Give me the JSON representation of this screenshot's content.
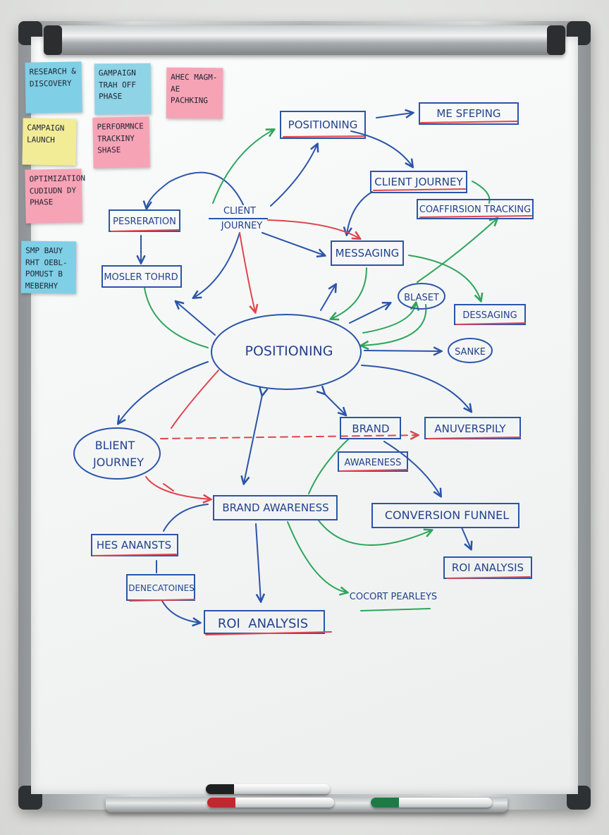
{
  "sticky_notes": [
    {
      "text": "RESEARCH &\nDISCOVERY",
      "color": "#7fcfe6"
    },
    {
      "text": "CAMPAIGN\nLAUNCH",
      "color": "#f2ec96"
    },
    {
      "text": "OPTIMIZATION\nCUDIUDN DY\nPHASE",
      "color": "#f7a3b6"
    },
    {
      "text": "SMP BAUY\nRHT OEBL-\nPOMUST B\nMEBERHY",
      "color": "#7fcfe6"
    },
    {
      "text": "GAMPAIGN\nTRAH OFF\nPHASE",
      "color": "#8fd3e6"
    },
    {
      "text": "PERFORMNCE\nTRACKINY\nSHASE",
      "color": "#f7a3b6"
    },
    {
      "text": "AHEC MAGM-\nAE PACHKING",
      "color": "#f7a3b6"
    }
  ],
  "colors": {
    "blue": "#2b55a8",
    "green": "#2ea55b",
    "red": "#e0454f"
  },
  "nodes": {
    "positioning_top": "POSITIONING",
    "me_sfeping": "ME SFEPING",
    "client_journey_right": "CLIENT JOURNEY",
    "coaffirsion_tracking": "COAFFIRSION TRACKING",
    "pesreration": "PESRERATION",
    "client_journey_small": "CLIENT\nJOURNEY",
    "messaging": "MESSAGING",
    "mosler_tohrd": "MOSLER TOHRD",
    "blaset": "BLASET",
    "dessaging": "DESSAGING",
    "positioning_center": "POSITIONING",
    "sanke": "SANKE",
    "blient_journey": "BLIENT\nJOURNEY",
    "brand": "BRAND",
    "anuverspily": "ANUVERSPILY",
    "awareness": "AWARENESS",
    "brand_awareness": "BRAND AWARENESS",
    "conversion_funnel": "CONVERSION FUNNEL",
    "hes_anansts": "HES ANANSTS",
    "roi_analysis_right": "ROI ANALYSIS",
    "denecatoines": "DENECATOINES",
    "cocort_pearleys": "COCORT PEARLEYS",
    "roi_analysis_bottom": "ROI  ANALYSIS"
  }
}
